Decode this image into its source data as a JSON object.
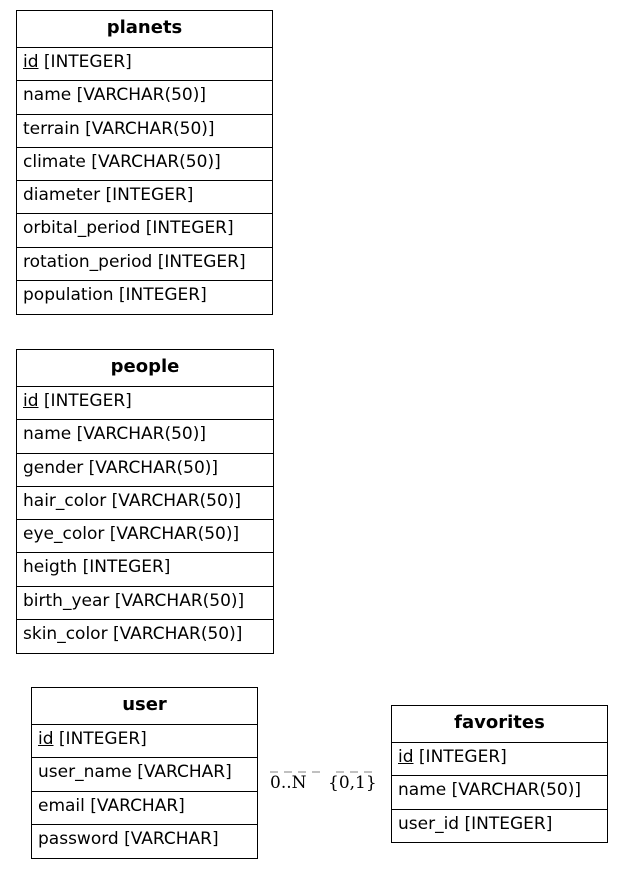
{
  "entities": {
    "planets": {
      "title": "planets",
      "fields": [
        {
          "key": "id",
          "type": " [INTEGER]",
          "pk": true
        },
        {
          "key": "name",
          "type": " [VARCHAR(50)]"
        },
        {
          "key": "terrain",
          "type": " [VARCHAR(50)]"
        },
        {
          "key": "climate",
          "type": " [VARCHAR(50)]"
        },
        {
          "key": "diameter",
          "type": " [INTEGER]"
        },
        {
          "key": "orbital_period",
          "type": " [INTEGER]"
        },
        {
          "key": "rotation_period",
          "type": " [INTEGER]"
        },
        {
          "key": "population",
          "type": " [INTEGER]"
        }
      ]
    },
    "people": {
      "title": "people",
      "fields": [
        {
          "key": "id",
          "type": " [INTEGER]",
          "pk": true
        },
        {
          "key": "name",
          "type": " [VARCHAR(50)]"
        },
        {
          "key": "gender",
          "type": " [VARCHAR(50)]"
        },
        {
          "key": "hair_color",
          "type": " [VARCHAR(50)]"
        },
        {
          "key": "eye_color",
          "type": " [VARCHAR(50)]"
        },
        {
          "key": "heigth",
          "type": " [INTEGER]"
        },
        {
          "key": "birth_year",
          "type": " [VARCHAR(50)]"
        },
        {
          "key": "skin_color",
          "type": " [VARCHAR(50)]"
        }
      ]
    },
    "user": {
      "title": "user",
      "fields": [
        {
          "key": "id",
          "type": " [INTEGER]",
          "pk": true
        },
        {
          "key": "user_name",
          "type": " [VARCHAR]"
        },
        {
          "key": "email",
          "type": " [VARCHAR]"
        },
        {
          "key": "password",
          "type": " [VARCHAR]"
        }
      ]
    },
    "favorites": {
      "title": "favorites",
      "fields": [
        {
          "key": "id",
          "type": " [INTEGER]",
          "pk": true
        },
        {
          "key": "name",
          "type": " [VARCHAR(50)]"
        },
        {
          "key": "user_id",
          "type": " [INTEGER]"
        }
      ]
    }
  },
  "relation": {
    "from": "user",
    "to": "favorites",
    "from_cardinality": "0..N",
    "to_cardinality": "{0,1}"
  }
}
